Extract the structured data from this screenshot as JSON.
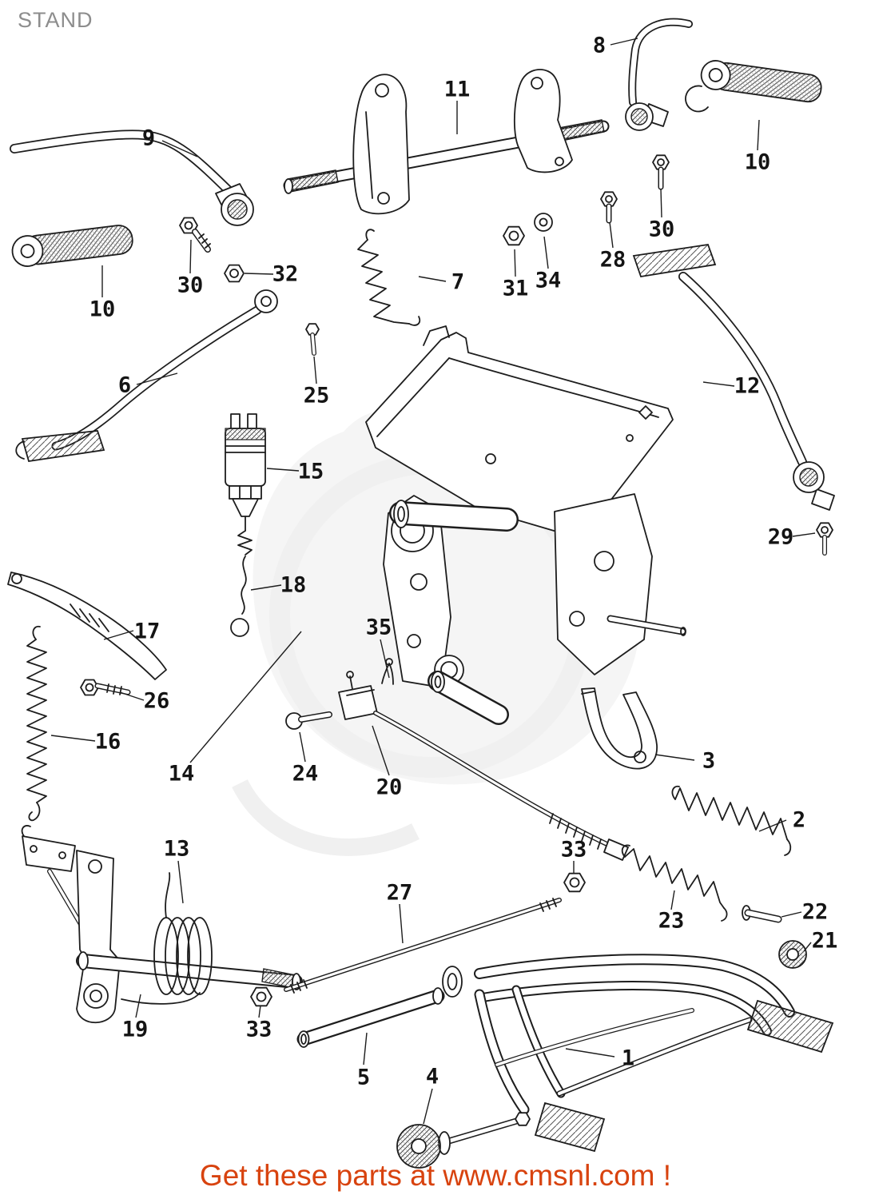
{
  "title": "STAND",
  "footer": {
    "text": "Get these parts at www.cmsnl.com !",
    "color": "#d8430f"
  },
  "colors": {
    "background": "#ffffff",
    "line_art": "#1d1d1d",
    "callout_text": "#141414",
    "title_text": "#8d8d8d",
    "watermark": "#f3f3f3"
  },
  "callouts": [
    "9",
    "11",
    "8",
    "10",
    "10",
    "30",
    "32",
    "7",
    "31",
    "34",
    "28",
    "30",
    "6",
    "25",
    "12",
    "15",
    "29",
    "18",
    "17",
    "35",
    "26",
    "16",
    "14",
    "24",
    "20",
    "3",
    "2",
    "13",
    "33",
    "27",
    "23",
    "22",
    "21",
    "19",
    "33",
    "5",
    "4",
    "1"
  ]
}
